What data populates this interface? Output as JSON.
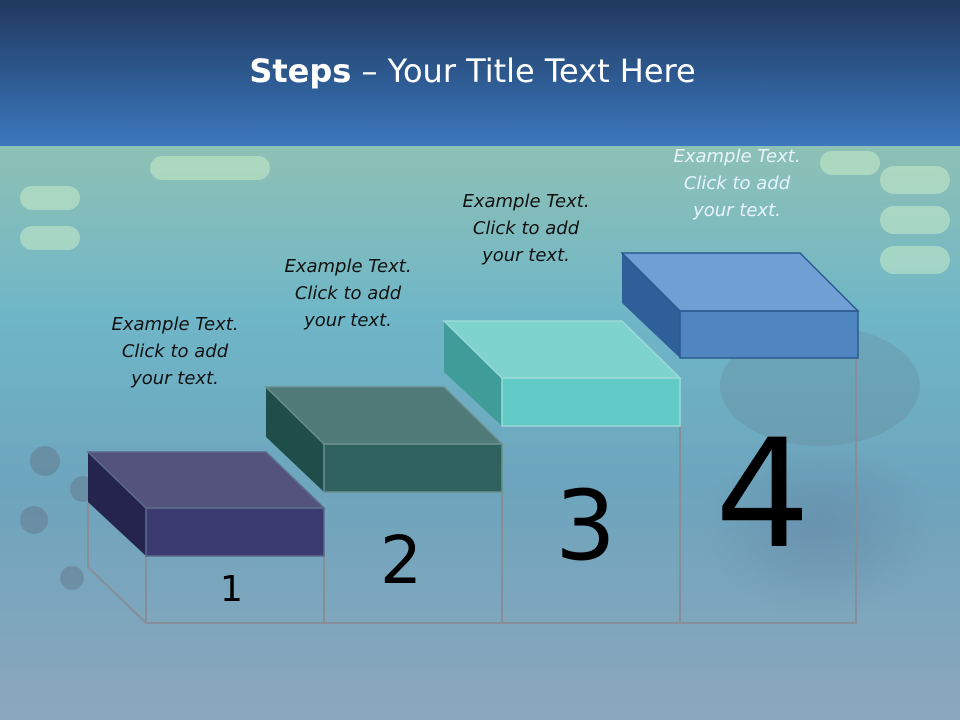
{
  "header": {
    "title_bold": "Steps",
    "title_rest": " – Your Title Text Here"
  },
  "steps": [
    {
      "number": "1",
      "caption_lines": [
        "Example Text.",
        "Click  to add",
        "your text."
      ],
      "color": "#3b3b72"
    },
    {
      "number": "2",
      "caption_lines": [
        "Example Text.",
        "Click  to add",
        "your text."
      ],
      "color": "#2f625e"
    },
    {
      "number": "3",
      "caption_lines": [
        "Example Text.",
        "Click  to add",
        "your text."
      ],
      "color": "#63cbc7"
    },
    {
      "number": "4",
      "caption_lines": [
        "Example Text.",
        "Click  to add",
        "your text."
      ],
      "color": "#4f86c2"
    }
  ],
  "colors": {
    "header_dark": "#21395d",
    "header_light": "#3c78bd",
    "frame_line": "#858e99"
  }
}
